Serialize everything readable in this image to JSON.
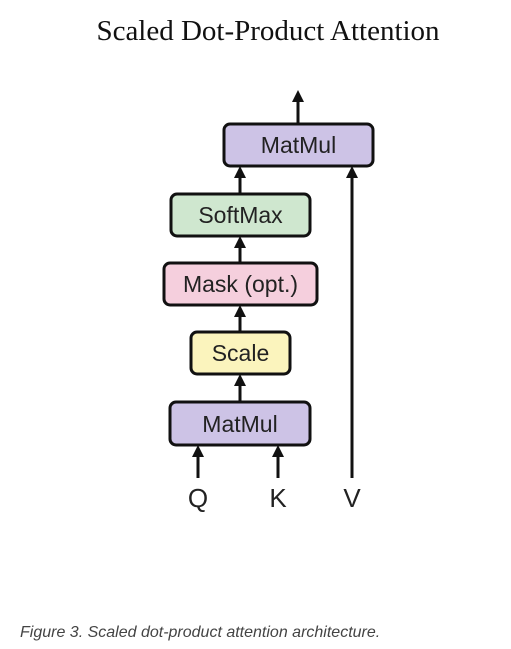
{
  "title": "Scaled Dot-Product Attention",
  "nodes": {
    "matmul_top": {
      "label": "MatMul",
      "color": "#cdc3e6"
    },
    "softmax": {
      "label": "SoftMax",
      "color": "#cfe7cf"
    },
    "mask": {
      "label": "Mask (opt.)",
      "color": "#f5cfdd"
    },
    "scale": {
      "label": "Scale",
      "color": "#fbf4bd"
    },
    "matmul_bottom": {
      "label": "MatMul",
      "color": "#cdc3e6"
    }
  },
  "inputs": {
    "q": "Q",
    "k": "K",
    "v": "V"
  },
  "caption": "Figure 3. Scaled dot-product attention architecture."
}
